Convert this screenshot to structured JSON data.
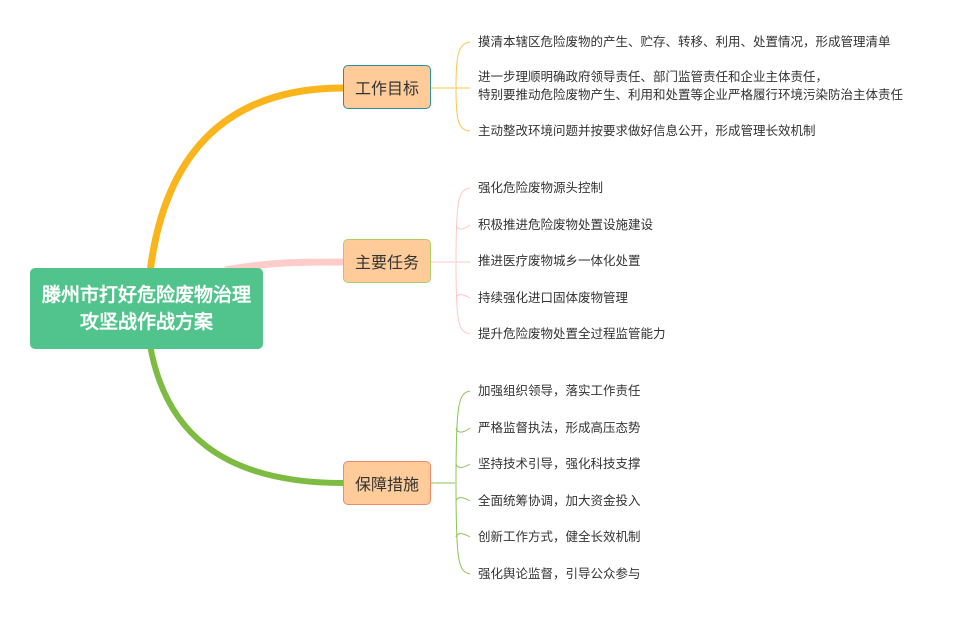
{
  "root": {
    "line1": "滕州市打好危险废物治理",
    "line2": "攻坚战作战方案"
  },
  "branches": [
    {
      "label": "工作目标",
      "color": "#f9b51b",
      "border": "#2b8ea3",
      "items": [
        "摸清本辖区危险废物的产生、贮存、转移、利用、处置情况，形成管理清单",
        "进一步理顺明确政府领导责任、部门监管责任和企业主体责任，",
        "特别要推动危险废物产生、利用和处置等企业严格履行环境污染防治主体责任",
        "主动整改环境问题并按要求做好信息公开，形成管理长效机制"
      ]
    },
    {
      "label": "主要任务",
      "color": "#ffcccc",
      "border": "#a9cf6c",
      "items": [
        "强化危险废物源头控制",
        "积极推进危险废物处置设施建设",
        "推进医疗废物城乡一体化处置",
        "持续强化进口固体废物管理",
        "提升危险废物处置全过程监管能力"
      ]
    },
    {
      "label": "保障措施",
      "color": "#7dbb42",
      "border": "#ec8a6a",
      "items": [
        "加强组织领导，落实工作责任",
        "严格监督执法，形成高压态势",
        "坚持技术引导，强化科技支撑",
        "全面统筹协调，加大资金投入",
        "创新工作方式，健全长效机制",
        "强化舆论监督，引导公众参与"
      ]
    }
  ]
}
